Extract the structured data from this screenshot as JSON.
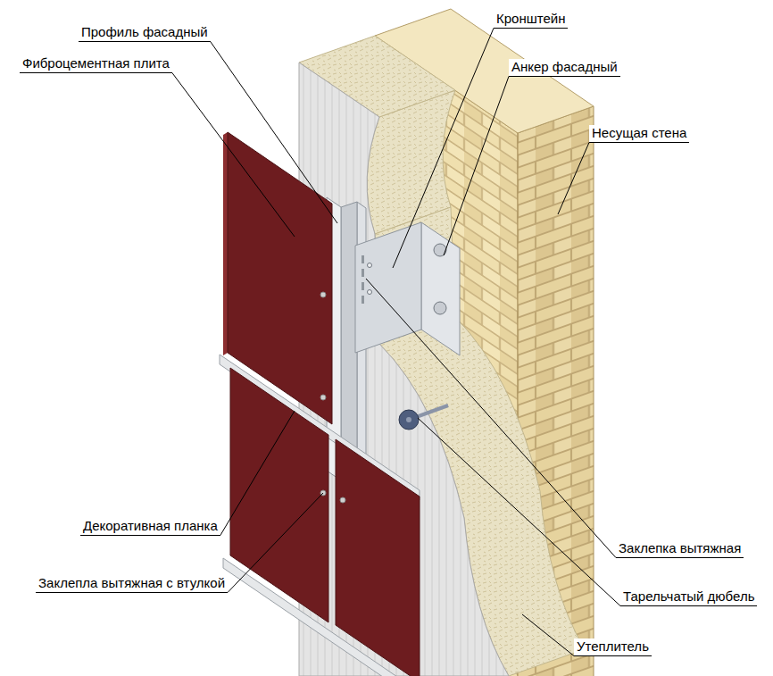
{
  "diagram": {
    "labels": [
      "Профиль фасадный",
      "Фиброцементная плита",
      "Кронштейн",
      "Анкер фасадный",
      "Несущая стена",
      "Декоративная планка",
      "Заклепла вытяжная с втулкой",
      "Заклепка вытяжная",
      "Тарельчатый дюбель",
      "Утеплитель"
    ]
  }
}
